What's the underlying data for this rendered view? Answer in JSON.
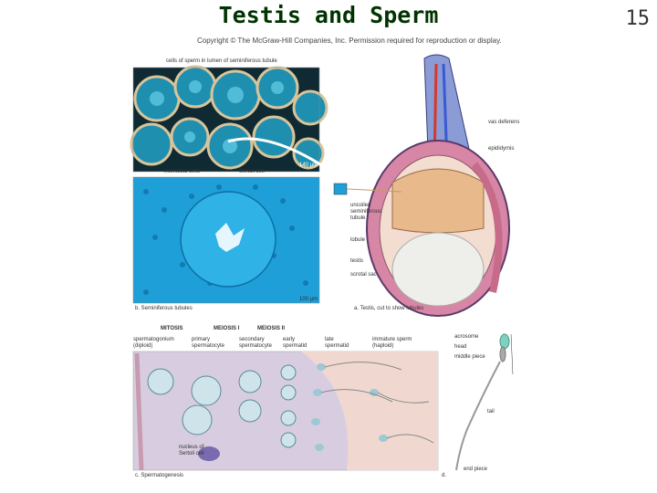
{
  "slide": {
    "title": "Testis and Sperm",
    "page_number": "15",
    "copyright": "Copyright © The McGraw-Hill Companies, Inc. Permission required for reproduction or display."
  },
  "micrograph_top": {
    "caption": "cells of sperm in lumen of seminiferous tubule",
    "scale": "140 µm"
  },
  "micrograph_bottom": {
    "label_left": "interstitial cells",
    "label_right": "Sertoli cell",
    "scale": "100 µm",
    "caption": "b. Seminiferous tubules"
  },
  "testis_diagram": {
    "labels": [
      "vas deferens",
      "epididymis",
      "uncoiled seminiferous tubule",
      "lobule",
      "testis",
      "scrotal sac"
    ],
    "caption": "a. Testis, cut to show lobules"
  },
  "spermatogenesis": {
    "phases": [
      "MITOSIS",
      "MEIOSIS I",
      "MEIOSIS II"
    ],
    "stages": [
      {
        "name": "spermatogonium",
        "note": "(diploid)"
      },
      {
        "name": "primary",
        "note": "spermatocyte"
      },
      {
        "name": "secondary",
        "note": "spermatocyte"
      },
      {
        "name": "early",
        "note": "spermatid"
      },
      {
        "name": "late",
        "note": "spermatid"
      },
      {
        "name": "immature sperm",
        "note": "(haploid)"
      }
    ],
    "sertoli_label": "nucleus of Sertoli cell",
    "caption": "c. Spermatogenesis"
  },
  "sperm_diagram": {
    "labels": [
      "acrosome",
      "head",
      "middle piece",
      "tail",
      "end piece"
    ],
    "caption": "d."
  },
  "colors": {
    "title": "#003300",
    "micrograph_blue": "#1e9fd8",
    "tubule_pink": "#c86a8a"
  }
}
